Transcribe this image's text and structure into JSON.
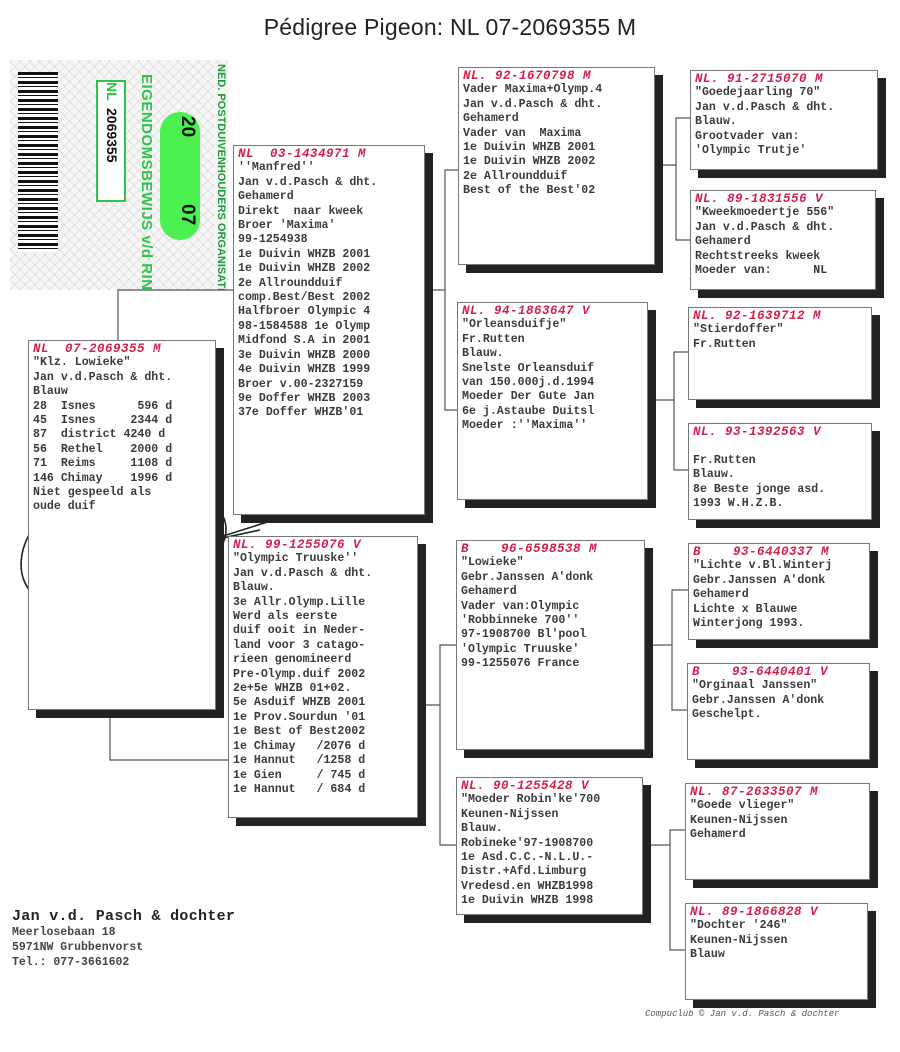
{
  "title": "Pédigree Pigeon: NL  07-2069355 M",
  "ring_card": {
    "organisation": "NED. POSTDUIVENHOUDERS ORGANISATIE",
    "label": "EIGENDOMSBEWIJS v/d RING",
    "year_left": "20",
    "year_right": "07",
    "country": "NL",
    "ring_number": "2069355"
  },
  "pedigree": [
    {
      "role": "subject",
      "header": "NL  07-2069355 M",
      "lines": [
        "\"Klz. Lowieke\"",
        "Jan v.d.Pasch & dht.",
        "Blauw",
        "28  Isnes      596 d",
        "45  Isnes     2344 d",
        "87  district 4240 d",
        "56  Rethel    2000 d",
        "71  Reims     1108 d",
        "146 Chimay    1996 d",
        "Niet gespeeld als",
        "oude duif"
      ]
    },
    {
      "role": "sire",
      "header": "NL  03-1434971 M",
      "lines": [
        "''Manfred''",
        "Jan v.d.Pasch & dht.",
        "Gehamerd",
        "Direkt  naar kweek",
        "Broer 'Maxima'",
        "99-1254938",
        "1e Duivin WHZB 2001",
        "1e Duivin WHZB 2002",
        "2e Allroundduif",
        "comp.Best/Best 2002",
        "Halfbroer Olympic 4",
        "98-1584588 1e Olymp",
        "Midfond S.A in 2001",
        "3e Duivin WHZB 2000",
        "4e Duivin WHZB 1999",
        "Broer v.00-2327159",
        "9e Doffer WHZB 2003",
        "37e Doffer WHZB'01"
      ]
    },
    {
      "role": "dam",
      "header": "NL. 99-1255076 V",
      "lines": [
        "\"Olympic Truuske''",
        "Jan v.d.Pasch & dht.",
        "Blauw.",
        "3e Allr.Olymp.Lille",
        "Werd als eerste",
        "duif ooit in Neder-",
        "land voor 3 catago-",
        "rieen genomineerd",
        "Pre-Olymp.duif 2002",
        "2e+5e WHZB 01+02.",
        "5e Asduif WHZB 2001",
        "1e Prov.Sourdun '01",
        "1e Best of Best2002",
        "1e Chimay   /2076 d",
        "1e Hannut   /1258 d",
        "1e Gien     / 745 d",
        "1e Hannut   / 684 d"
      ]
    },
    {
      "role": "sire-sire",
      "header": "NL. 92-1670798 M",
      "lines": [
        "Vader Maxima+Olymp.4",
        "Jan v.d.Pasch & dht.",
        "Gehamerd",
        "Vader van  Maxima",
        "1e Duivin WHZB 2001",
        "1e Duivin WHZB 2002",
        "2e Allroundduif",
        "Best of the Best'02"
      ]
    },
    {
      "role": "sire-dam",
      "header": "NL. 94-1863647 V",
      "lines": [
        "\"Orleansduifje\"",
        "Fr.Rutten",
        "Blauw.",
        "Snelste Orleansduif",
        "van 150.000j.d.1994",
        "Moeder Der Gute Jan",
        "6e j.Astaube Duitsl",
        "Moeder :''Maxima''"
      ]
    },
    {
      "role": "dam-sire",
      "header": "B    96-6598538 M",
      "lines": [
        "\"Lowieke\"",
        "Gebr.Janssen A'donk",
        "Gehamerd",
        "Vader van:Olympic",
        "'Robbinneke 700''",
        "97-1908700 Bl'pool",
        "'Olympic Truuske'",
        "99-1255076 France"
      ]
    },
    {
      "role": "dam-dam",
      "header": "NL. 90-1255428 V",
      "lines": [
        "\"Moeder Robin'ke'700",
        "Keunen-Nijssen",
        "Blauw.",
        "Robineke'97-1908700",
        "1e Asd.C.C.-N.L.U.-",
        "Distr.+Afd.Limburg",
        "Vredesd.en WHZB1998",
        "1e Duivin WHZB 1998"
      ]
    },
    {
      "role": "ss-sire",
      "header": "NL. 91-2715070 M",
      "lines": [
        "\"Goedejaarling 70\"",
        "Jan v.d.Pasch & dht.",
        "Blauw.",
        "Grootvader van:",
        "'Olympic Trutje'"
      ]
    },
    {
      "role": "ss-dam",
      "header": "NL. 89-1831556 V",
      "lines": [
        "\"Kweekmoedertje 556\"",
        "Jan v.d.Pasch & dht.",
        "Gehamerd",
        "Rechtstreeks kweek",
        "Moeder van:      NL"
      ]
    },
    {
      "role": "sd-sire",
      "header": "NL. 92-1639712 M",
      "lines": [
        "\"Stierdoffer\"",
        "Fr.Rutten"
      ]
    },
    {
      "role": "sd-dam",
      "header": "NL. 93-1392563 V",
      "lines": [
        "",
        "Fr.Rutten",
        "Blauw.",
        "8e Beste jonge asd.",
        "1993 W.H.Z.B."
      ]
    },
    {
      "role": "ds-sire",
      "header": "B    93-6440337 M",
      "lines": [
        "\"Lichte v.Bl.Winterj",
        "Gebr.Janssen A'donk",
        "Gehamerd",
        "Lichte x Blauwe",
        "Winterjong 1993."
      ]
    },
    {
      "role": "ds-dam",
      "header": "B    93-6440401 V",
      "lines": [
        "\"Orginaal Janssen\"",
        "Gebr.Janssen A'donk",
        "Geschelpt."
      ]
    },
    {
      "role": "dd-sire",
      "header": "NL. 87-2633507 M",
      "lines": [
        "\"Goede vlieger\"",
        "Keunen-Nijssen",
        "Gehamerd"
      ]
    },
    {
      "role": "dd-dam",
      "header": "NL. 89-1866828 V",
      "lines": [
        "\"Dochter '246\"",
        "Keunen-Nijssen",
        "Blauw"
      ]
    }
  ],
  "breeder": {
    "name": "Jan v.d. Pasch & dochter",
    "address": "Meerlosebaan 18",
    "city": "5971NW  Grubbenvorst",
    "phone": "Tel.: 077-3661602"
  },
  "credit": "Compuclub © Jan v.d. Pasch & dochter"
}
